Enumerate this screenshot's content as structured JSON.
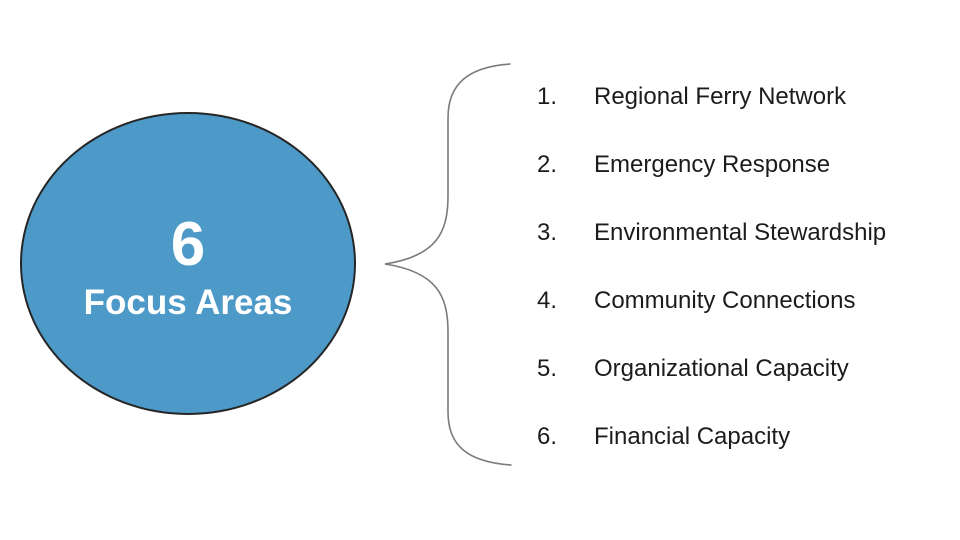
{
  "slide": {
    "background_color": "#ffffff",
    "circle": {
      "number": "6",
      "label": "Focus Areas",
      "fill_color": "#4D9AC9",
      "border_color": "#262626",
      "text_color": "#ffffff"
    },
    "brace": {
      "color": "#7b7b7b"
    },
    "list": {
      "text_color": "#1c1c1c",
      "items": [
        {
          "number": "1.",
          "label": "Regional Ferry Network"
        },
        {
          "number": "2.",
          "label": "Emergency Response"
        },
        {
          "number": "3.",
          "label": "Environmental Stewardship"
        },
        {
          "number": "4.",
          "label": "Community Connections"
        },
        {
          "number": "5.",
          "label": "Organizational Capacity"
        },
        {
          "number": "6.",
          "label": "Financial Capacity"
        }
      ]
    }
  }
}
